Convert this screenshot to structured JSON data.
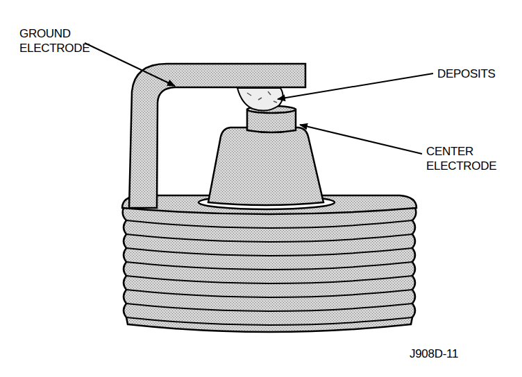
{
  "diagram": {
    "labels": [
      "GROUND ELECTRODE",
      "DEPOSITS",
      "CENTER ELECTRODE",
      "J908D-11"
    ]
  }
}
